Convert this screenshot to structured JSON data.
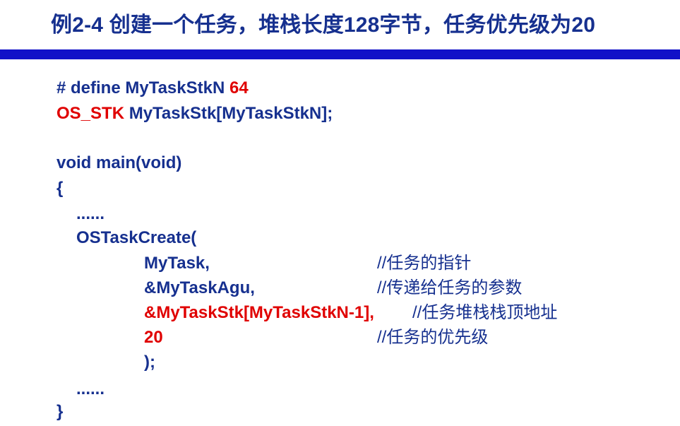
{
  "title": "例2-4 创建一个任务，堆栈长度128字节，任务优先级为20",
  "accent_colors": {
    "title": "#16308f",
    "rule": "#1212c8",
    "highlight": "#e00000"
  },
  "code": {
    "define_keyword": "# define MyTaskStkN ",
    "define_value": "64",
    "stk_type": "OS_STK",
    "stk_decl": " MyTaskStk[MyTaskStkN];",
    "main_sig": "void main(void)",
    "open_brace": "{",
    "ellipsis_1": "......",
    "call": "OSTaskCreate(",
    "arg1": "MyTask,",
    "comment1": "//任务的指针",
    "arg2": "&MyTaskAgu,",
    "comment2": "//传递给任务的参数",
    "arg3": "&MyTaskStk[MyTaskStkN-1],",
    "comment3": "//任务堆栈栈顶地址",
    "arg4": "20",
    "comment4": "//任务的优先级",
    "close_paren": ");",
    "ellipsis_2": "......",
    "close_brace": "}"
  }
}
